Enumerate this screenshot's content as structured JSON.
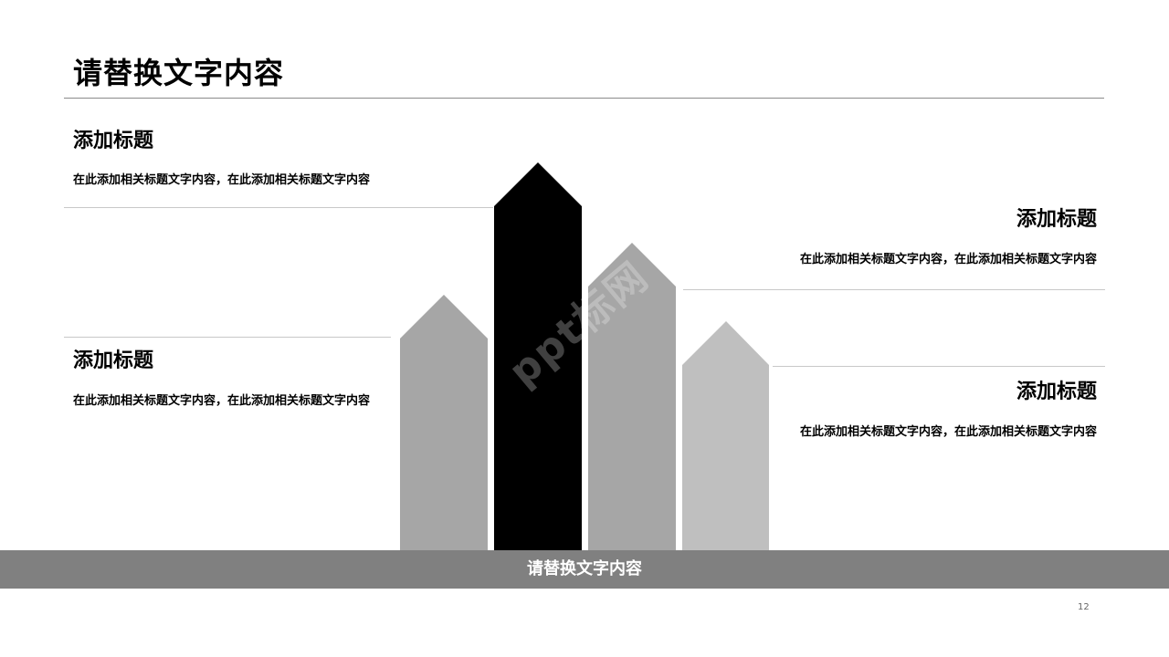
{
  "slide": {
    "title": "请替换文字内容",
    "footer_text": "请替换文字内容",
    "page_number": "12"
  },
  "blocks": [
    {
      "heading": "添加标题",
      "text": "在此添加相关标题文字内容，在此添加相关标题文字内容"
    },
    {
      "heading": "添加标题",
      "text": "在此添加相关标题文字内容，在此添加相关标题文字内容"
    },
    {
      "heading": "添加标题",
      "text": "在此添加相关标题文字内容，在此添加相关标题文字内容"
    },
    {
      "heading": "添加标题",
      "text": "在此添加相关标题文字内容，在此添加相关标题文字内容"
    }
  ],
  "arrows": [
    {
      "name": "arrow-1",
      "color": "#a6a6a6"
    },
    {
      "name": "arrow-2",
      "color": "#000000"
    },
    {
      "name": "arrow-3",
      "color": "#a6a6a6"
    },
    {
      "name": "arrow-4",
      "color": "#bfbfbf"
    }
  ],
  "watermark": "ppt标网",
  "colors": {
    "footer_band": "#808080",
    "rule": "#c8c8c8"
  }
}
